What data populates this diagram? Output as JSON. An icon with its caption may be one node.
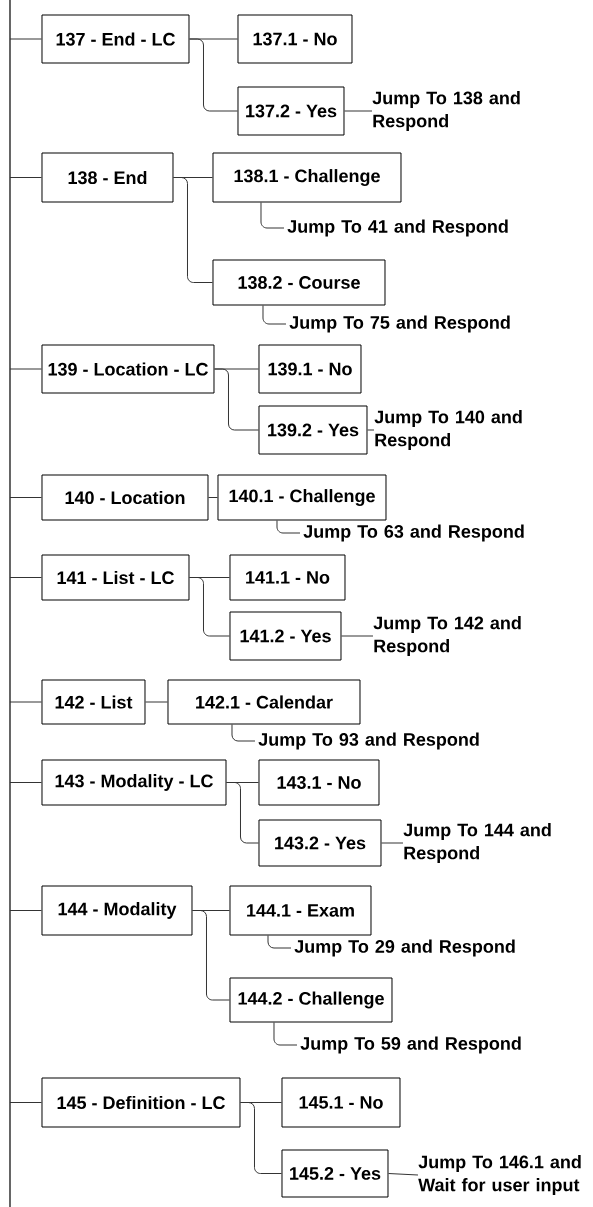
{
  "diagram": {
    "nodes": [
      {
        "text": [],
        "shape": "bar"
      },
      {
        "text": [
          "137 - End - LC"
        ]
      },
      {
        "text": [
          "137.1 - No"
        ]
      },
      {
        "text": [
          "137.2 - Yes"
        ]
      },
      {
        "text": [
          "Jump To 138 and Respond"
        ]
      },
      {
        "text": [
          "138 - End"
        ]
      },
      {
        "text": [
          "138.1 - Challenge"
        ]
      },
      {
        "text": [
          "Jump To 41 and Respond"
        ]
      },
      {
        "text": [
          "138.2 - Course"
        ]
      },
      {
        "text": [
          "Jump To 75 and Respond"
        ]
      },
      {
        "text": [
          "139 - Location - LC"
        ]
      },
      {
        "text": [
          "139.1 - No"
        ]
      },
      {
        "text": [
          "139.2 - Yes"
        ]
      },
      {
        "text": [
          "Jump To 140 and Respond"
        ]
      },
      {
        "text": [
          "140 - Location"
        ]
      },
      {
        "text": [
          "140.1 - Challenge"
        ]
      },
      {
        "text": [
          "Jump To 63 and Respond"
        ]
      },
      {
        "text": [
          "141 - List - LC"
        ]
      },
      {
        "text": [
          "141.1 - No"
        ]
      },
      {
        "text": [
          "141.2 - Yes"
        ]
      },
      {
        "text": [
          "Jump To 142 and Respond"
        ]
      },
      {
        "text": [
          "142 - List"
        ]
      },
      {
        "text": [
          "142.1 - Calendar"
        ]
      },
      {
        "text": [
          "Jump To 93 and Respond"
        ]
      },
      {
        "text": [
          "143 - Modality - LC"
        ]
      },
      {
        "text": [
          "143.1 - No"
        ]
      },
      {
        "text": [
          "143.2 - Yes"
        ]
      },
      {
        "text": [
          "Jump To 144 and Respond"
        ]
      },
      {
        "text": [
          "144 - Modality"
        ]
      },
      {
        "text": [
          "144.1 - Exam"
        ]
      },
      {
        "text": [
          "Jump To 29 and Respond"
        ]
      },
      {
        "text": [
          "144.2 - Challenge"
        ]
      },
      {
        "text": [
          "Jump To 59 and Respond"
        ]
      },
      {
        "text": [
          "145 - Definition - LC"
        ]
      },
      {
        "text": [
          "145.1 - No"
        ]
      },
      {
        "text": [
          "145.2 - Yes"
        ]
      },
      {
        "text": [
          "Jump To 146.1 and Wait for user input"
        ]
      }
    ],
    "edges": [
      {
        "from": 0,
        "to": 1,
        "arrow": "none"
      },
      {
        "from": 1,
        "to": 2,
        "arrow": "none"
      },
      {
        "from": 1,
        "to": 3,
        "arrow": "none"
      },
      {
        "from": 3,
        "to": 4,
        "arrow": "none"
      },
      {
        "from": 0,
        "to": 5,
        "arrow": "none"
      },
      {
        "from": 5,
        "to": 6,
        "arrow": "none"
      },
      {
        "from": 6,
        "to": 7,
        "arrow": "none"
      },
      {
        "from": 5,
        "to": 8,
        "arrow": "none"
      },
      {
        "from": 8,
        "to": 9,
        "arrow": "none"
      },
      {
        "from": 0,
        "to": 10,
        "arrow": "none"
      },
      {
        "from": 10,
        "to": 11,
        "arrow": "none"
      },
      {
        "from": 10,
        "to": 12,
        "arrow": "none"
      },
      {
        "from": 12,
        "to": 13,
        "arrow": "none"
      },
      {
        "from": 0,
        "to": 14,
        "arrow": "none"
      },
      {
        "from": 14,
        "to": 15,
        "arrow": "none"
      },
      {
        "from": 15,
        "to": 16,
        "arrow": "none"
      },
      {
        "from": 0,
        "to": 17,
        "arrow": "none"
      },
      {
        "from": 17,
        "to": 18,
        "arrow": "none"
      },
      {
        "from": 17,
        "to": 19,
        "arrow": "none"
      },
      {
        "from": 19,
        "to": 20,
        "arrow": "none"
      },
      {
        "from": 0,
        "to": 21,
        "arrow": "none"
      },
      {
        "from": 21,
        "to": 22,
        "arrow": "none"
      },
      {
        "from": 22,
        "to": 23,
        "arrow": "none"
      },
      {
        "from": 0,
        "to": 24,
        "arrow": "none"
      },
      {
        "from": 24,
        "to": 25,
        "arrow": "none"
      },
      {
        "from": 24,
        "to": 26,
        "arrow": "none"
      },
      {
        "from": 26,
        "to": 27,
        "arrow": "none"
      },
      {
        "from": 0,
        "to": 28,
        "arrow": "none"
      },
      {
        "from": 28,
        "to": 29,
        "arrow": "none"
      },
      {
        "from": 29,
        "to": 30,
        "arrow": "none"
      },
      {
        "from": 28,
        "to": 31,
        "arrow": "none"
      },
      {
        "from": 31,
        "to": 32,
        "arrow": "none"
      },
      {
        "from": 0,
        "to": 33,
        "arrow": "none"
      },
      {
        "from": 33,
        "to": 34,
        "arrow": "none"
      },
      {
        "from": 33,
        "to": 35,
        "arrow": "none"
      },
      {
        "from": 35,
        "to": 36,
        "arrow": "none"
      }
    ]
  }
}
